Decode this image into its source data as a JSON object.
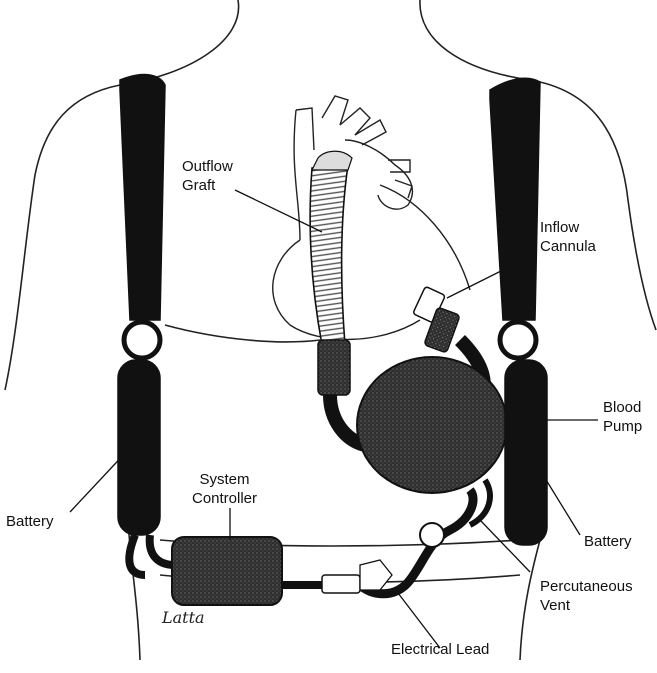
{
  "labels": {
    "outflow_graft": [
      "Outflow",
      "Graft"
    ],
    "inflow_cannula": [
      "Inflow",
      "Cannula"
    ],
    "blood_pump": [
      "Blood",
      "Pump"
    ],
    "battery_left": "Battery",
    "battery_right": "Battery",
    "system_controller": [
      "System",
      "Controller"
    ],
    "percutaneous_vent": [
      "Percutaneous",
      "Vent"
    ],
    "electrical_lead": "Electrical Lead"
  },
  "signature": "Latta",
  "colors": {
    "ink": "#111111",
    "device_fill": "#2a2a2a",
    "background": "#ffffff"
  }
}
